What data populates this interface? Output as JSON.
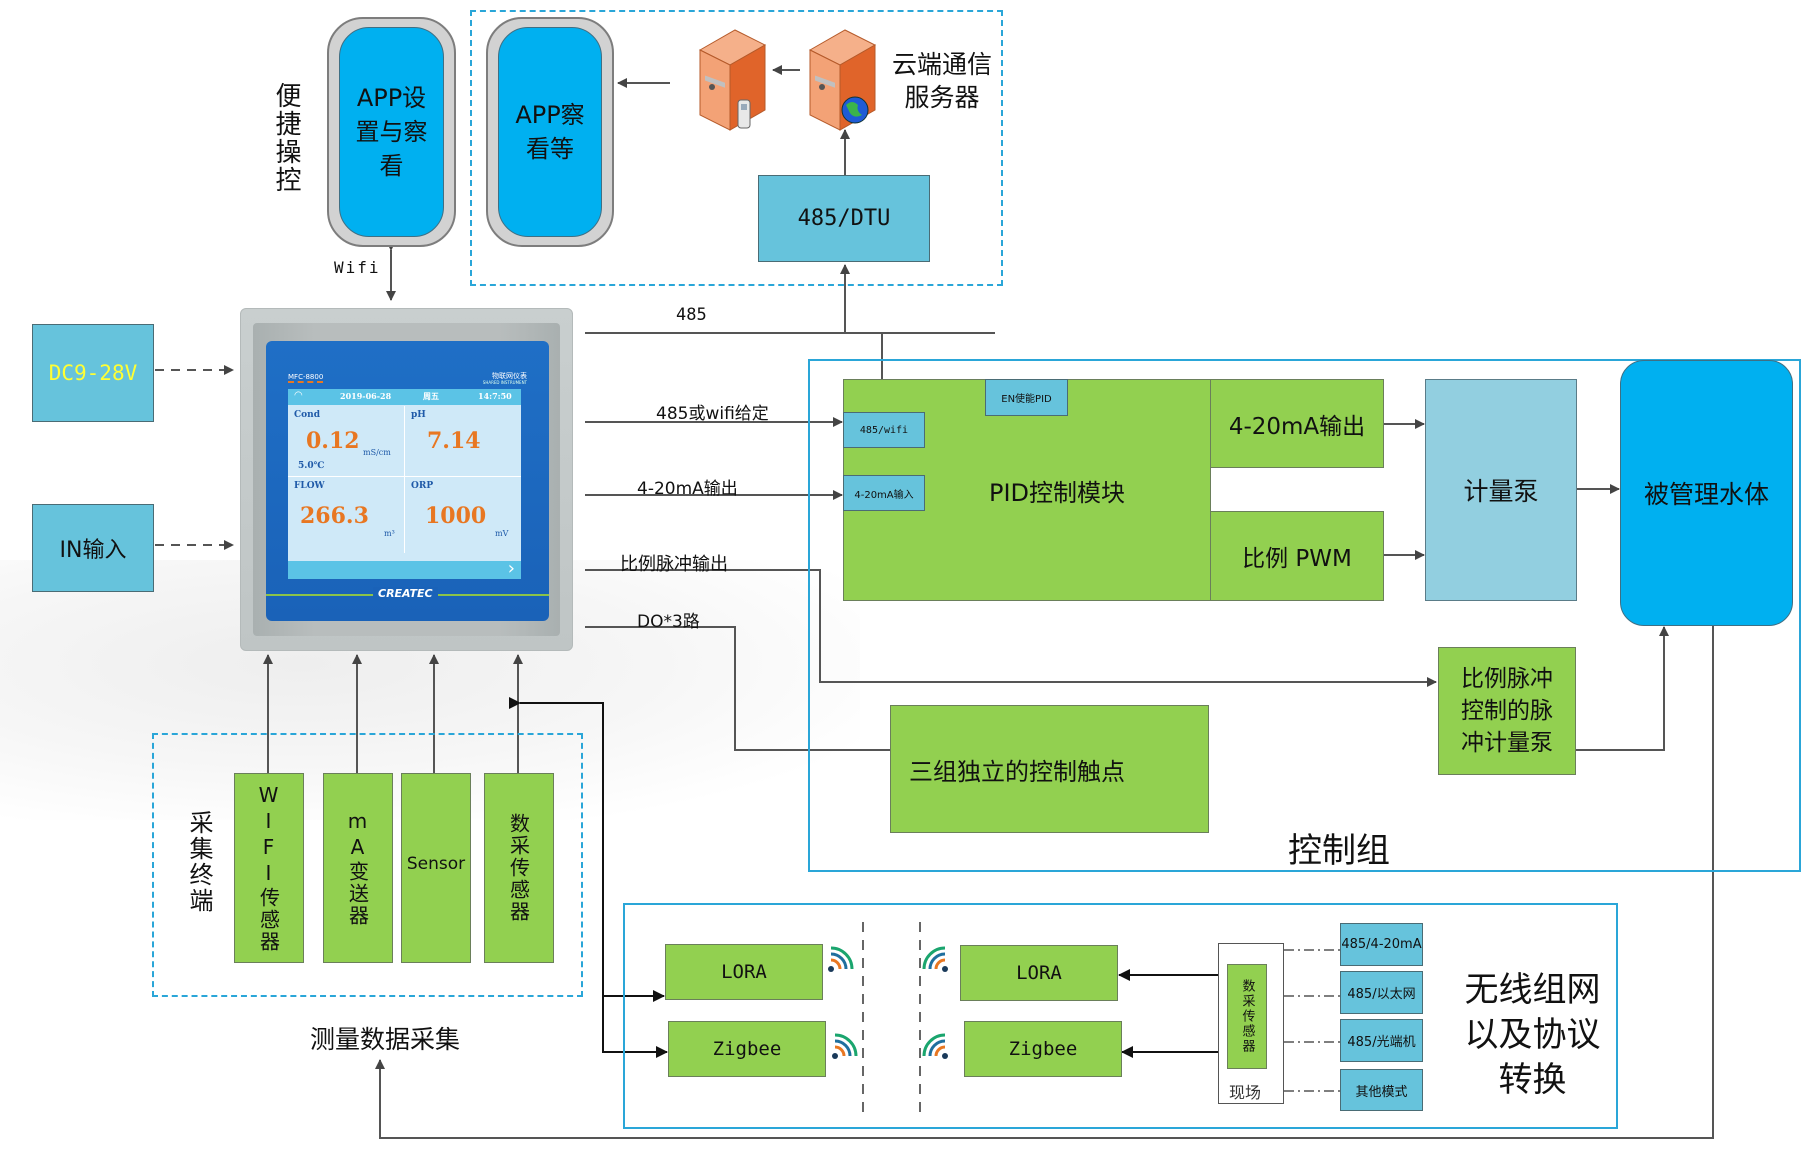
{
  "convenient_control": {
    "label": "便捷操控",
    "app_settings": "APP设置与察看",
    "app_view": "APP察看等",
    "wifi_label": "Wifi"
  },
  "cloud": {
    "label": "云端通信服务器",
    "dtu": "485/DTU"
  },
  "inputs": {
    "power": "DC9-28V",
    "power_color": "#ffff33",
    "in_input": "IN输入"
  },
  "device": {
    "model": "MFC-8800",
    "brand_cn": "物联网仪表",
    "brand_en": "SHARED INSTRUMENT",
    "logo": "CREATEC",
    "date": "2019-06-28",
    "weekday": "周五",
    "time": "14:7:50",
    "cells": [
      {
        "name": "Cond",
        "value": "0.12",
        "unit": "mS/cm",
        "extra": "5.0℃"
      },
      {
        "name": "pH",
        "value": "7.14",
        "unit": "",
        "extra": ""
      },
      {
        "name": "FLOW",
        "value": "266.3",
        "unit": "m³",
        "extra": ""
      },
      {
        "name": "ORP",
        "value": "1000",
        "unit": "mV",
        "extra": ""
      }
    ],
    "next": "›"
  },
  "connections": {
    "rs485": "485",
    "rs485_wifi": "485或wifi给定",
    "ma_out": "4-20mA输出",
    "pulse_out": "比例脉冲输出",
    "do": "DO*3路"
  },
  "control_group": {
    "label": "控制组",
    "pid_module": "PID控制模块",
    "en_pid": "EN使能PID",
    "port_485wifi": "485/wifi",
    "port_ma_in": "4-20mA输入",
    "ma_output": "4-20mA输出",
    "pwm": "比例 PWM",
    "metering_pump": "计量泵",
    "water_body": "被管理水体",
    "pulse_pump": "比例脉冲控制的脉冲计量泵",
    "contacts": "三组独立的控制触点"
  },
  "collection": {
    "label": "采集终端",
    "caption": "测量数据采集",
    "sensors": [
      "WIFI传感器",
      "mA变送器",
      "Sensor",
      "数采传感器"
    ]
  },
  "wireless": {
    "label": "无线组网以及协议转换",
    "lora": "LORA",
    "zigbee": "Zigbee",
    "site": "现场",
    "site_sensor": "数采传感器",
    "protocols": [
      "485/4-20mA",
      "485/以太网",
      "485/光端机",
      "其他模式"
    ]
  },
  "colors": {
    "green": "#92d050",
    "cyan": "#66c3dc",
    "blue": "#00b0f0",
    "frame": "#2aa6d8",
    "value_orange": "#e87722"
  }
}
